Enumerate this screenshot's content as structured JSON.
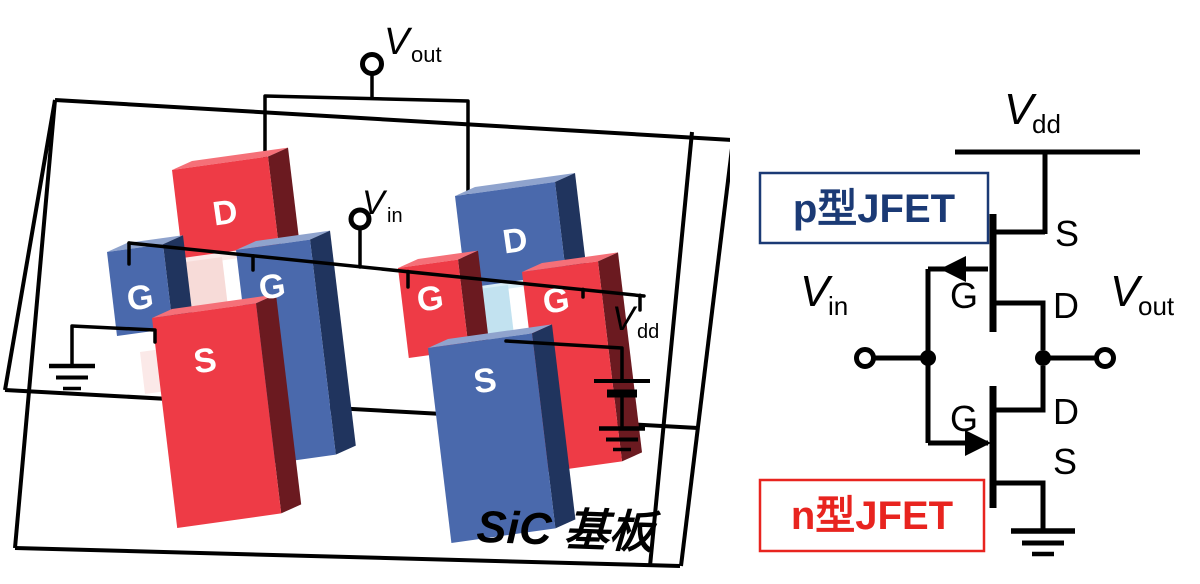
{
  "colors": {
    "background": "#ffffff",
    "line": "#000000",
    "red_face": "#ee3b46",
    "red_top": "#f57078",
    "red_side": "#6b1a20",
    "blue_face": "#4a69ac",
    "blue_top": "#8fa3cd",
    "blue_side": "#20345e",
    "pink_channel": "#fbe9e8",
    "lightblue_channel": "#d9eef7",
    "p_label_color": "#1b3a75",
    "n_label_color": "#e8241f"
  },
  "left_panel": {
    "substrate_label": "SiC 基板",
    "vout": {
      "main": "V",
      "sub": "out"
    },
    "vin": {
      "main": "V",
      "sub": "in"
    },
    "vdd": {
      "main": "V",
      "sub": "dd"
    },
    "n_jfet": {
      "drain": "D",
      "gate_left": "G",
      "gate_right": "G",
      "source": "S"
    },
    "p_jfet": {
      "drain": "D",
      "gate_left": "G",
      "gate_right": "G",
      "source": "S"
    }
  },
  "circuit": {
    "vdd": {
      "main": "V",
      "sub": "dd"
    },
    "vin": {
      "main": "V",
      "sub": "in"
    },
    "vout": {
      "main": "V",
      "sub": "out"
    },
    "p_jfet": {
      "label": "p型JFET",
      "source": "S",
      "gate": "G",
      "drain": "D"
    },
    "n_jfet": {
      "label": "n型JFET",
      "source": "S",
      "gate": "G",
      "drain": "D"
    }
  }
}
